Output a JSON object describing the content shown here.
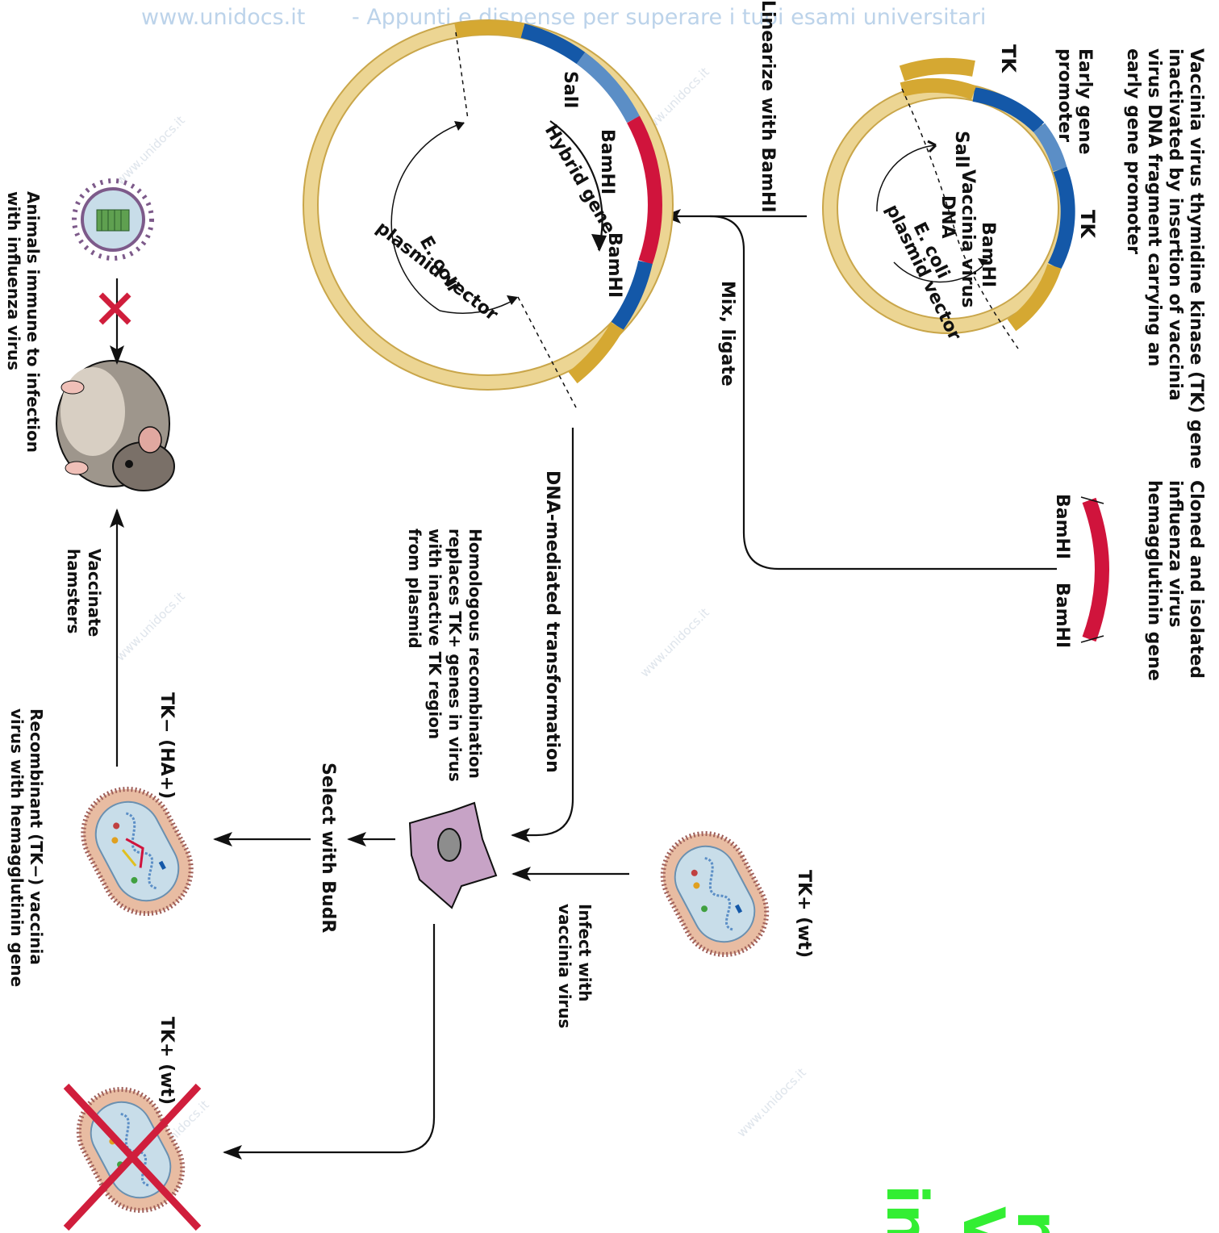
{
  "watermark": {
    "header_site": "www.unidocs.it",
    "header_tagline": "- Appunti e dispense per superare i tuoi esami universitari",
    "diagonal_site": "www.unidocs.it"
  },
  "diagram": {
    "tk_inactivation_note": [
      "Vaccinia virus thymidine kinase (TK) gene",
      "inactivated by insertion of vaccinia",
      "virus DNA fragment carrying an",
      "early gene promoter"
    ],
    "cloned_gene_note": [
      "Cloned and isolated",
      "influenza virus",
      "hemagglutinin gene"
    ],
    "plasmid1": {
      "early_promoter": [
        "Early gene",
        "promoter"
      ],
      "tk_left": "TK",
      "tk_right": "TK",
      "sali": "SalI",
      "bamhi": "BamHI",
      "vaccinia_dna": [
        "Vaccinia virus",
        "DNA"
      ],
      "vector": [
        "E. coli",
        "plasmid vector"
      ]
    },
    "ha_fragment": {
      "left_site": "BamHI",
      "right_site": "BamHI"
    },
    "linearize": "Linearize with BamHI",
    "mix_ligate": "Mix, ligate",
    "plasmid2": {
      "sali": "SalI",
      "bamhi_1": "BamHI",
      "bamhi_2": "BamHI",
      "hybrid_gene": "Hybrid gene",
      "vector": [
        "E. coli",
        "plasmid vector"
      ]
    },
    "transformation": "DNA-mediated transformation",
    "recombination_note": [
      "Homologous recombination",
      "replaces TK+ genes in virus",
      "with inactive TK region",
      "from plasmid"
    ],
    "wt_virus_top": "TK+ (wt)",
    "infect": [
      "Infect with",
      "vaccinia virus"
    ],
    "select": "Select with BudR",
    "recombinant_label": "TK− (HA+)",
    "recombinant_note": [
      "Recombinant (TK−) vaccinia",
      "virus with hemagglutinin gene"
    ],
    "wt_virus_bottom": "TK+ (wt)",
    "vaccinate": [
      "Vaccinate",
      "hamsters"
    ],
    "immune_note": [
      "Animals immune to infection",
      "with influenza virus"
    ]
  },
  "slide_fragments": [
    "r",
    "V",
    "in"
  ],
  "colors": {
    "vector_backbone": "#ecd593",
    "vector_outline": "#c9a64a",
    "promoter": "#d5a832",
    "tk_segment": "#1458a8",
    "vaccinia_light": "#5b8ec6",
    "ha_gene": "#d0143c",
    "cell": "#c7a3c6",
    "virus_shell": "#e8bca2",
    "cross": "#d01e3c",
    "slide_text": "#33ee33"
  }
}
